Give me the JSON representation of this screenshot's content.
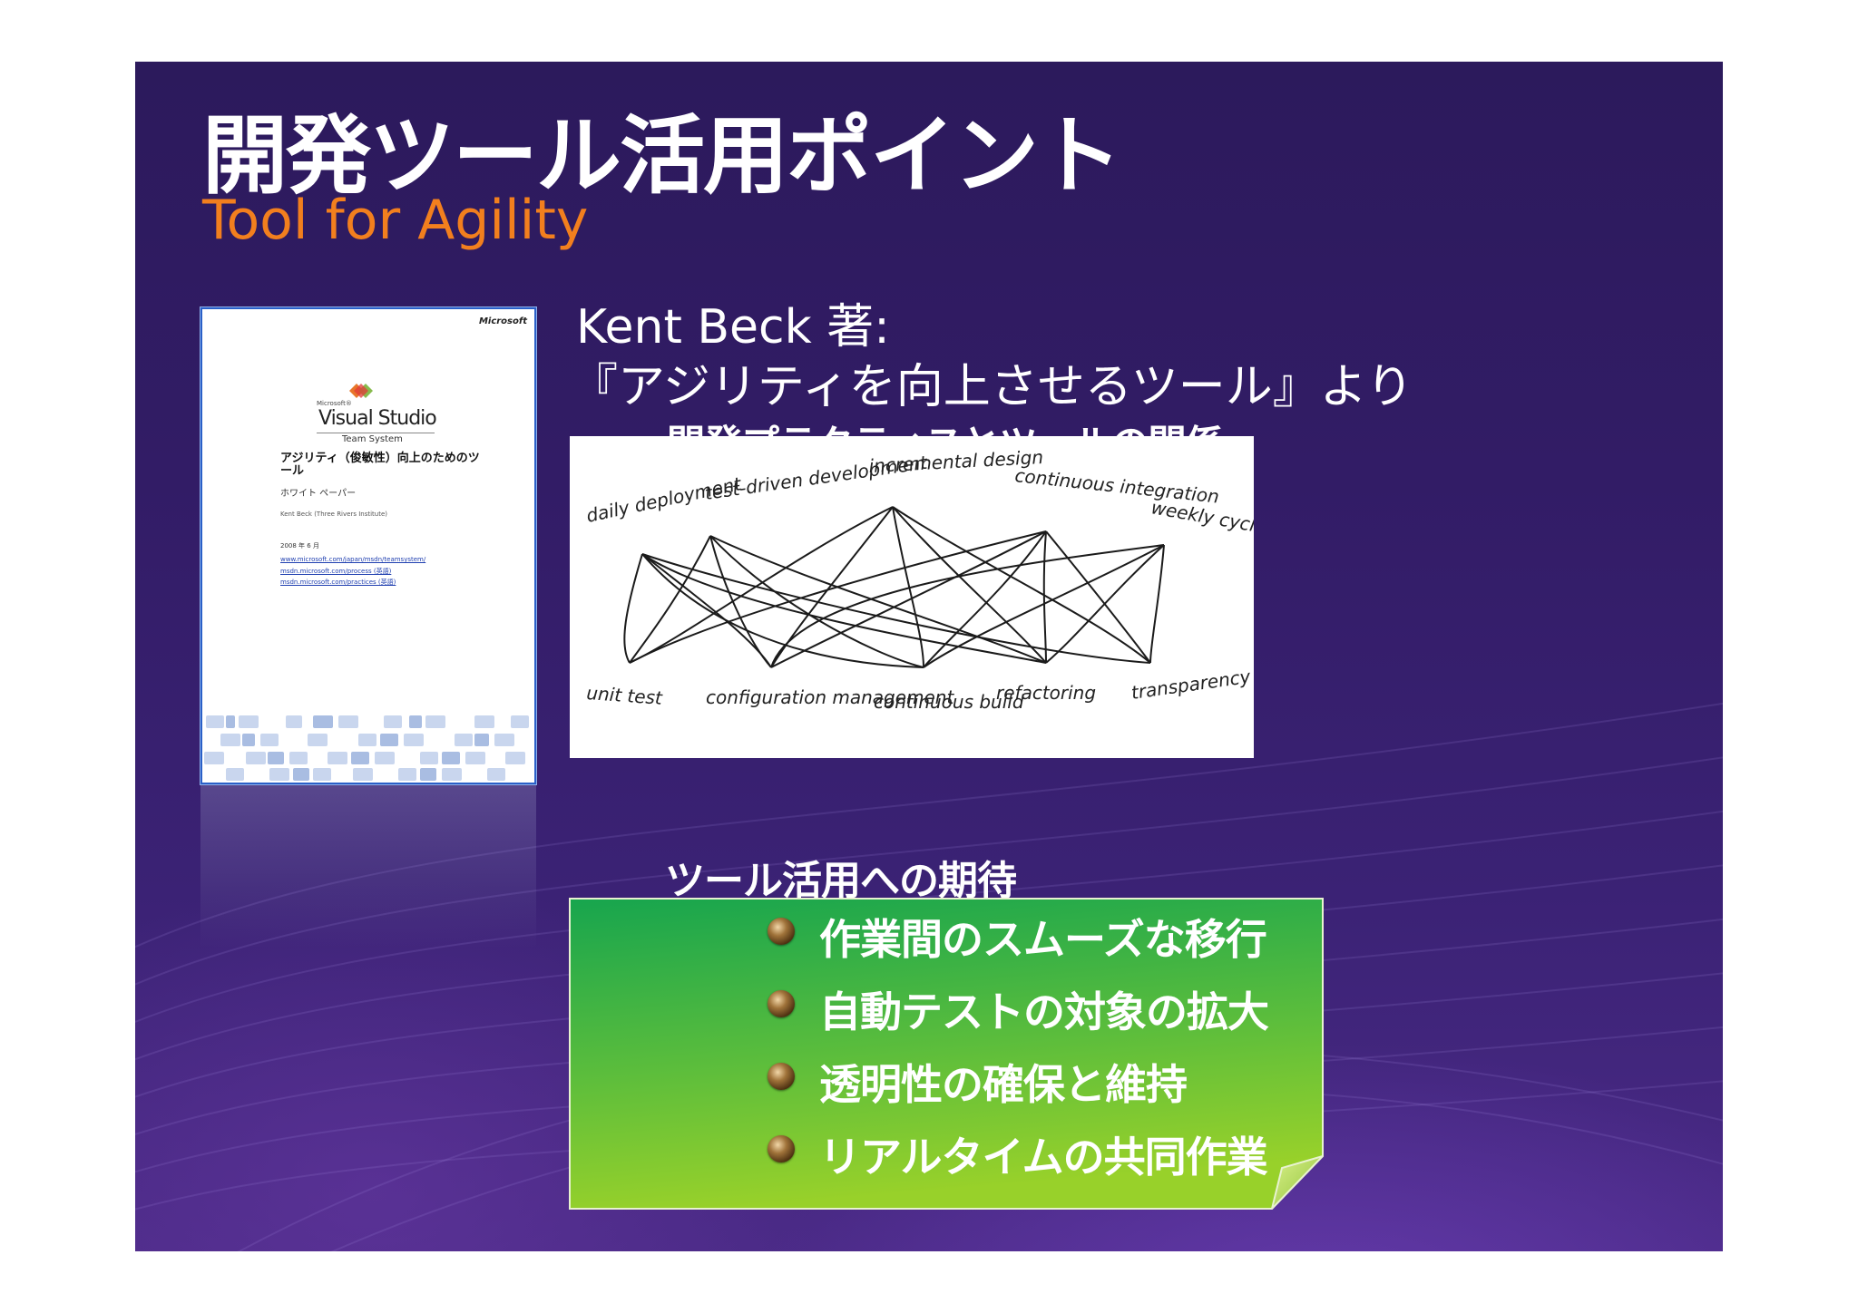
{
  "slide": {
    "title": "開発ツール活用ポイント",
    "subtitle": "Tool for Agility",
    "author_line1": "Kent Beck 著:",
    "author_line2": "『アジリティを向上させるツール』より",
    "section1_heading": "開発プラクティスとツールの関係",
    "section2_heading": "ツール活用への期待"
  },
  "book": {
    "brand_small": "Microsoft",
    "logo_small": "Microsoft®",
    "product": "Visual Studio",
    "product_sub": "Team System",
    "title": "アジリティ（俊敏性）向上のためのツール",
    "doc_type": "ホワイト ペーパー",
    "author": "Kent Beck (Three Rivers Institute)",
    "date": "2008 年 6 月",
    "links": [
      "www.microsoft.com/japan/msdn/teamsystem/",
      "msdn.microsoft.com/process (英語)",
      "msdn.microsoft.com/practices (英語)"
    ]
  },
  "diagram": {
    "top_labels": [
      "daily deployment",
      "test-driven development",
      "incremental design",
      "continuous integration",
      "weekly cycle"
    ],
    "bottom_labels": [
      "unit test",
      "configuration management",
      "continuous build",
      "refactoring",
      "transparency"
    ]
  },
  "expectations": [
    "作業間のスムーズな移行",
    "自動テストの対象の拡大",
    "透明性の確保と維持",
    "リアルタイムの共同作業"
  ],
  "colors": {
    "background": "#321c66",
    "title": "#ffffff",
    "subtitle": "#f27f1e",
    "green_box_top": "#1ea84a",
    "green_box_bottom": "#8ccc2c"
  }
}
